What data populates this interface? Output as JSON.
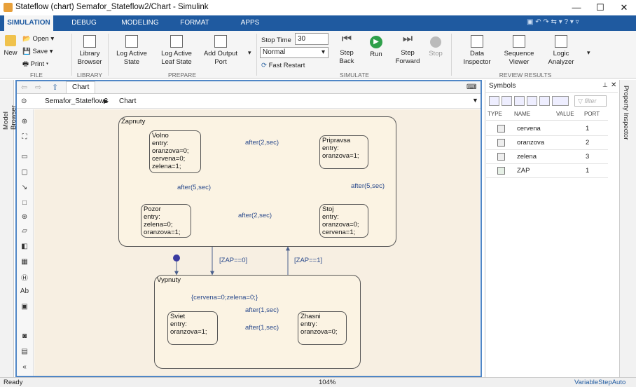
{
  "window": {
    "title": "Stateflow (chart) Semafor_Stateflow2/Chart - Simulink"
  },
  "tabs": [
    "SIMULATION",
    "DEBUG",
    "MODELING",
    "FORMAT",
    "APPS"
  ],
  "ribbon": {
    "file": {
      "new": "New",
      "open": "Open",
      "save": "Save",
      "print": "Print",
      "section": "FILE"
    },
    "library": {
      "browser": "Library Browser",
      "section": "LIBRARY"
    },
    "prepare": {
      "log_active_state": "Log Active State",
      "log_active_leaf": "Log Active Leaf State",
      "add_output_port": "Add Output Port",
      "section": "PREPARE"
    },
    "simulate": {
      "stop_time_label": "Stop Time",
      "stop_time_value": "30",
      "mode": "Normal",
      "fast_restart": "Fast Restart",
      "step_back": "Step Back",
      "run": "Run",
      "step_forward": "Step Forward",
      "stop": "Stop",
      "section": "SIMULATE"
    },
    "review": {
      "data_inspector": "Data Inspector",
      "sequence_viewer": "Sequence Viewer",
      "logic_analyzer": "Logic Analyzer",
      "section": "REVIEW RESULTS"
    }
  },
  "side_tabs": {
    "model_browser": "Model Browser",
    "property_inspector": "Property Inspector"
  },
  "editor": {
    "tab": "Chart",
    "breadcrumb_root": "Semafor_Stateflow2",
    "breadcrumb_leaf": "Chart"
  },
  "chart": {
    "states": {
      "zapnuty": "Zapnuty",
      "volno": "Volno\nentry:\noranzova=0;\ncervena=0;\nzelena=1;",
      "pripravsa": "Pripravsa\nentry:\noranzova=1;",
      "pozor": "Pozor\nentry:\nzelena=0;\noranzova=1;",
      "stoj": "Stoj\nentry:\noranzova=0;\ncervena=1;",
      "vypnuty": "Vypnuty",
      "sviet": "Sviet\nentry:\noranzova=1;",
      "zhasni": "Zhasni\nentry:\noranzova=0;"
    },
    "transitions": {
      "pripravsa_volno": "after(2,sec)",
      "volno_pozor": "after(5,sec)",
      "pozor_stoj": "after(2,sec)",
      "stoj_pripravsa": "after(5,sec)",
      "zap_off": "[ZAP==0]",
      "zap_on": "[ZAP==1]",
      "vypnuty_default": "{cervena=0;zelena=0;}",
      "zhasni_sviet": "after(1,sec)",
      "sviet_zhasni": "after(1,sec)"
    }
  },
  "symbols": {
    "title": "Symbols",
    "filter_placeholder": "filter",
    "headers": [
      "TYPE",
      "NAME",
      "VALUE",
      "PORT"
    ],
    "rows": [
      {
        "name": "cervena",
        "value": "",
        "port": "1"
      },
      {
        "name": "oranzova",
        "value": "",
        "port": "2"
      },
      {
        "name": "zelena",
        "value": "",
        "port": "3"
      },
      {
        "name": "ZAP",
        "value": "",
        "port": "1"
      }
    ]
  },
  "status": {
    "left": "Ready",
    "zoom": "104%",
    "solver": "VariableStepAuto"
  }
}
